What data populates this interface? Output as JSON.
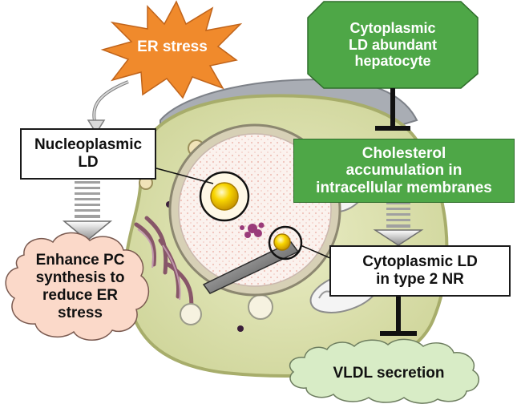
{
  "labels": {
    "er_stress": "ER stress",
    "nucleoplasmic_ld": "Nucleoplasmic\nLD",
    "cytoplasmic_abundant": "Cytoplasmic\nLD abundant\nhepatocyte",
    "cholesterol": "Cholesterol\naccumulation in\nintracellular membranes",
    "cytoplasmic_type2": "Cytoplasmic LD\nin type 2 NR",
    "enhance_pc": "Enhance PC\nsynthesis to\nreduce ER\nstress",
    "vldl": "VLDL secretion"
  },
  "colors": {
    "starburst_fill": "#f08a2c",
    "green_fill": "#4ea747",
    "cloud_fill": "#fbd9c9",
    "vldl_cloud_fill": "#d8ecc6",
    "cell_cytoplasm": "#dfe4b0",
    "nucleus_fill": "#f7eee9",
    "lipid_droplet": "#f5c800"
  },
  "icons": {
    "starburst": "starburst-shape",
    "hexagon": "hexagon-shape",
    "inhibit": "t-bar-inhibition-icon",
    "arrow": "block-down-arrow-icon"
  }
}
